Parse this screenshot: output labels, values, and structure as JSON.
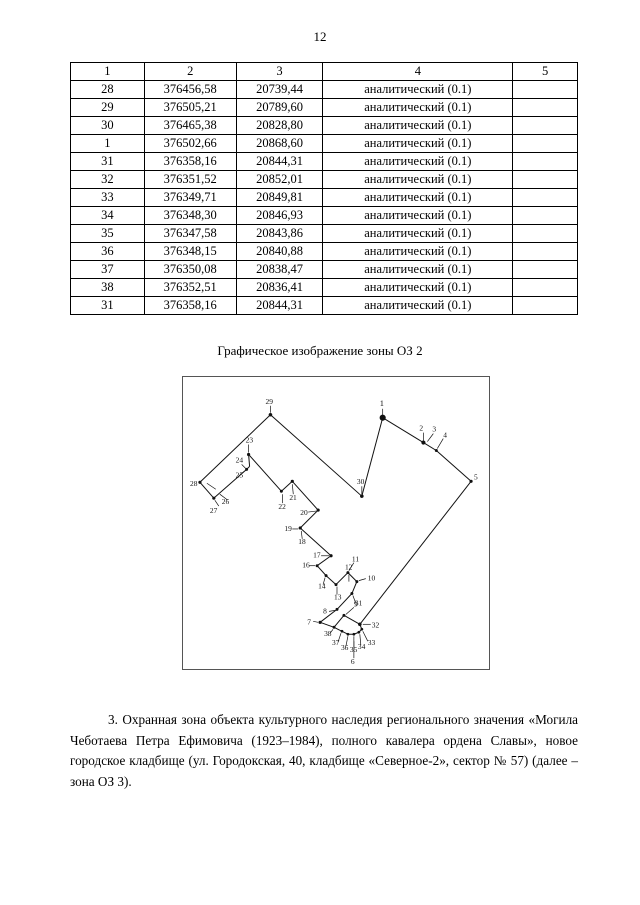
{
  "page": {
    "number": "12"
  },
  "coordinates_table": {
    "headers": [
      "1",
      "2",
      "3",
      "4",
      "5"
    ],
    "rows": [
      {
        "n": "28",
        "x": "376456,58",
        "y": "20739,44",
        "method": "аналитический (0.1)",
        "note": ""
      },
      {
        "n": "29",
        "x": "376505,21",
        "y": "20789,60",
        "method": "аналитический (0.1)",
        "note": ""
      },
      {
        "n": "30",
        "x": "376465,38",
        "y": "20828,80",
        "method": "аналитический (0.1)",
        "note": ""
      },
      {
        "n": "1",
        "x": "376502,66",
        "y": "20868,60",
        "method": "аналитический (0.1)",
        "note": ""
      },
      {
        "n": "31",
        "x": "376358,16",
        "y": "20844,31",
        "method": "аналитический (0.1)",
        "note": ""
      },
      {
        "n": "32",
        "x": "376351,52",
        "y": "20852,01",
        "method": "аналитический (0.1)",
        "note": ""
      },
      {
        "n": "33",
        "x": "376349,71",
        "y": "20849,81",
        "method": "аналитический (0.1)",
        "note": ""
      },
      {
        "n": "34",
        "x": "376348,30",
        "y": "20846,93",
        "method": "аналитический (0.1)",
        "note": ""
      },
      {
        "n": "35",
        "x": "376347,58",
        "y": "20843,86",
        "method": "аналитический (0.1)",
        "note": ""
      },
      {
        "n": "36",
        "x": "376348,15",
        "y": "20840,88",
        "method": "аналитический (0.1)",
        "note": ""
      },
      {
        "n": "37",
        "x": "376350,08",
        "y": "20838,47",
        "method": "аналитический (0.1)",
        "note": ""
      },
      {
        "n": "38",
        "x": "376352,51",
        "y": "20836,41",
        "method": "аналитический (0.1)",
        "note": ""
      },
      {
        "n": "31",
        "x": "376358,16",
        "y": "20844,31",
        "method": "аналитический (0.1)",
        "note": ""
      }
    ]
  },
  "figure": {
    "caption": "Графическое изображение зоны ОЗ 2",
    "vertex_labels": [
      "1",
      "2",
      "3",
      "4",
      "5",
      "6",
      "7",
      "8",
      "9",
      "10",
      "11",
      "12",
      "13",
      "14",
      "16",
      "17",
      "18",
      "19",
      "20",
      "21",
      "22",
      "23",
      "24",
      "25",
      "26",
      "27",
      "28",
      "29",
      "30",
      "31",
      "32",
      "33",
      "34",
      "35",
      "36",
      "37",
      "38"
    ]
  },
  "paragraph": {
    "text": "3. Охранная зона объекта культурного наследия регионального значения «Могила Чеботаева Петра Ефимовича (1923–1984), полного кавалера ордена Славы», новое городское кладбище (ул. Городокская, 40, кладбище «Северное-2», сектор № 57) (далее – зона ОЗ 3)."
  }
}
